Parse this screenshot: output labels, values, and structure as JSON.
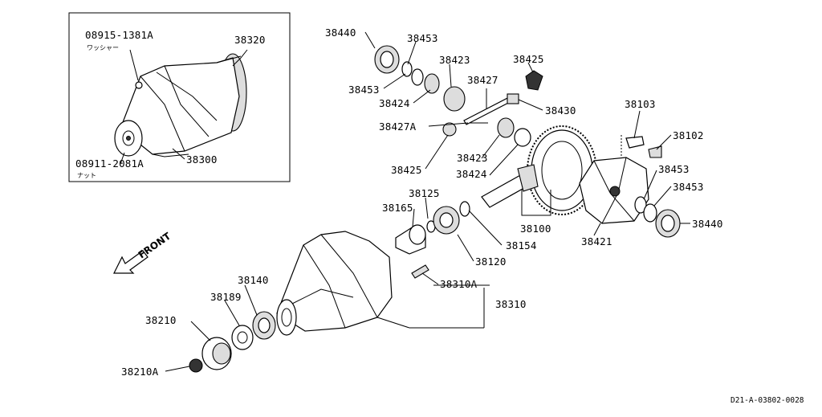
{
  "inset": {
    "labels": {
      "washer_part": "08915-1381A",
      "washer_note": "ワッシャー",
      "carrier_cover": "38320",
      "nut_part": "08911-2081A",
      "nut_note": "ナット",
      "carrier_assy": "38300"
    }
  },
  "labels": {
    "p38440_top": "38440",
    "p38453_top": "38453",
    "p38453_left": "38453",
    "p38423_top": "38423",
    "p38424_top": "38424",
    "p38427": "38427",
    "p38425_top": "38425",
    "p38430": "38430",
    "p38427A": "38427A",
    "p38425_bot": "38425",
    "p38423_bot": "38423",
    "p38424_bot": "38424",
    "p38103": "38103",
    "p38102": "38102",
    "p38453_r1": "38453",
    "p38453_r2": "38453",
    "p38440_r": "38440",
    "p38421": "38421",
    "p38100": "38100",
    "p38125": "38125",
    "p38165": "38165",
    "p38154": "38154",
    "p38120": "38120",
    "p38310A": "38310A",
    "p38310": "38310",
    "p38140": "38140",
    "p38189": "38189",
    "p38210": "38210",
    "p38210A": "38210A"
  },
  "front_label": "FRONT",
  "ref_code": "D21-A-03802-0028",
  "colors": {
    "line": "#000000",
    "background": "#ffffff"
  }
}
